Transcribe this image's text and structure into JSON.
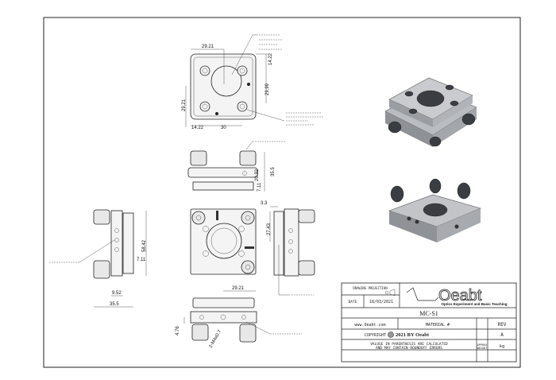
{
  "drawing": {
    "top_view_dims": [
      "29.21",
      "14.22",
      "29.99",
      "29.21",
      "14.22",
      "30"
    ],
    "front_view_dims": [
      "35.5",
      "20.32",
      "7.11"
    ],
    "left_view_dims": [
      "58.42",
      "7.11",
      "9.52",
      "35.5"
    ],
    "right_view_dims": [
      "3.3",
      "27.43"
    ],
    "bottom_view_dims": [
      "29.21",
      "4.76",
      "2-M4x0.7"
    ]
  },
  "title_block": {
    "drawing_projection_label": "DRAWING PROJECTION",
    "date_label": "DATE",
    "date_value": "18/03/2021",
    "logo_text": "Oeabt",
    "logo_tagline": "Optics Experiment and Basic Teaching",
    "part_number": "MC-S1",
    "website": "www.Oeabt.com",
    "material_label": "MATERIAL #",
    "rev_label": "REV",
    "rev_value": "A",
    "copyright_label": "COPYRIGHT",
    "copyright_text": "2021 BY Oeabt",
    "note_line1": "VALUSE IN PARENTHESIS ARE CALCULATED",
    "note_line2": "AND MAY CONTAIN ROUNDOFF ERRORS",
    "approx_weight_label1": "APPROX",
    "approx_weight_label2": "WEIGHT",
    "weight_unit": "kg"
  }
}
